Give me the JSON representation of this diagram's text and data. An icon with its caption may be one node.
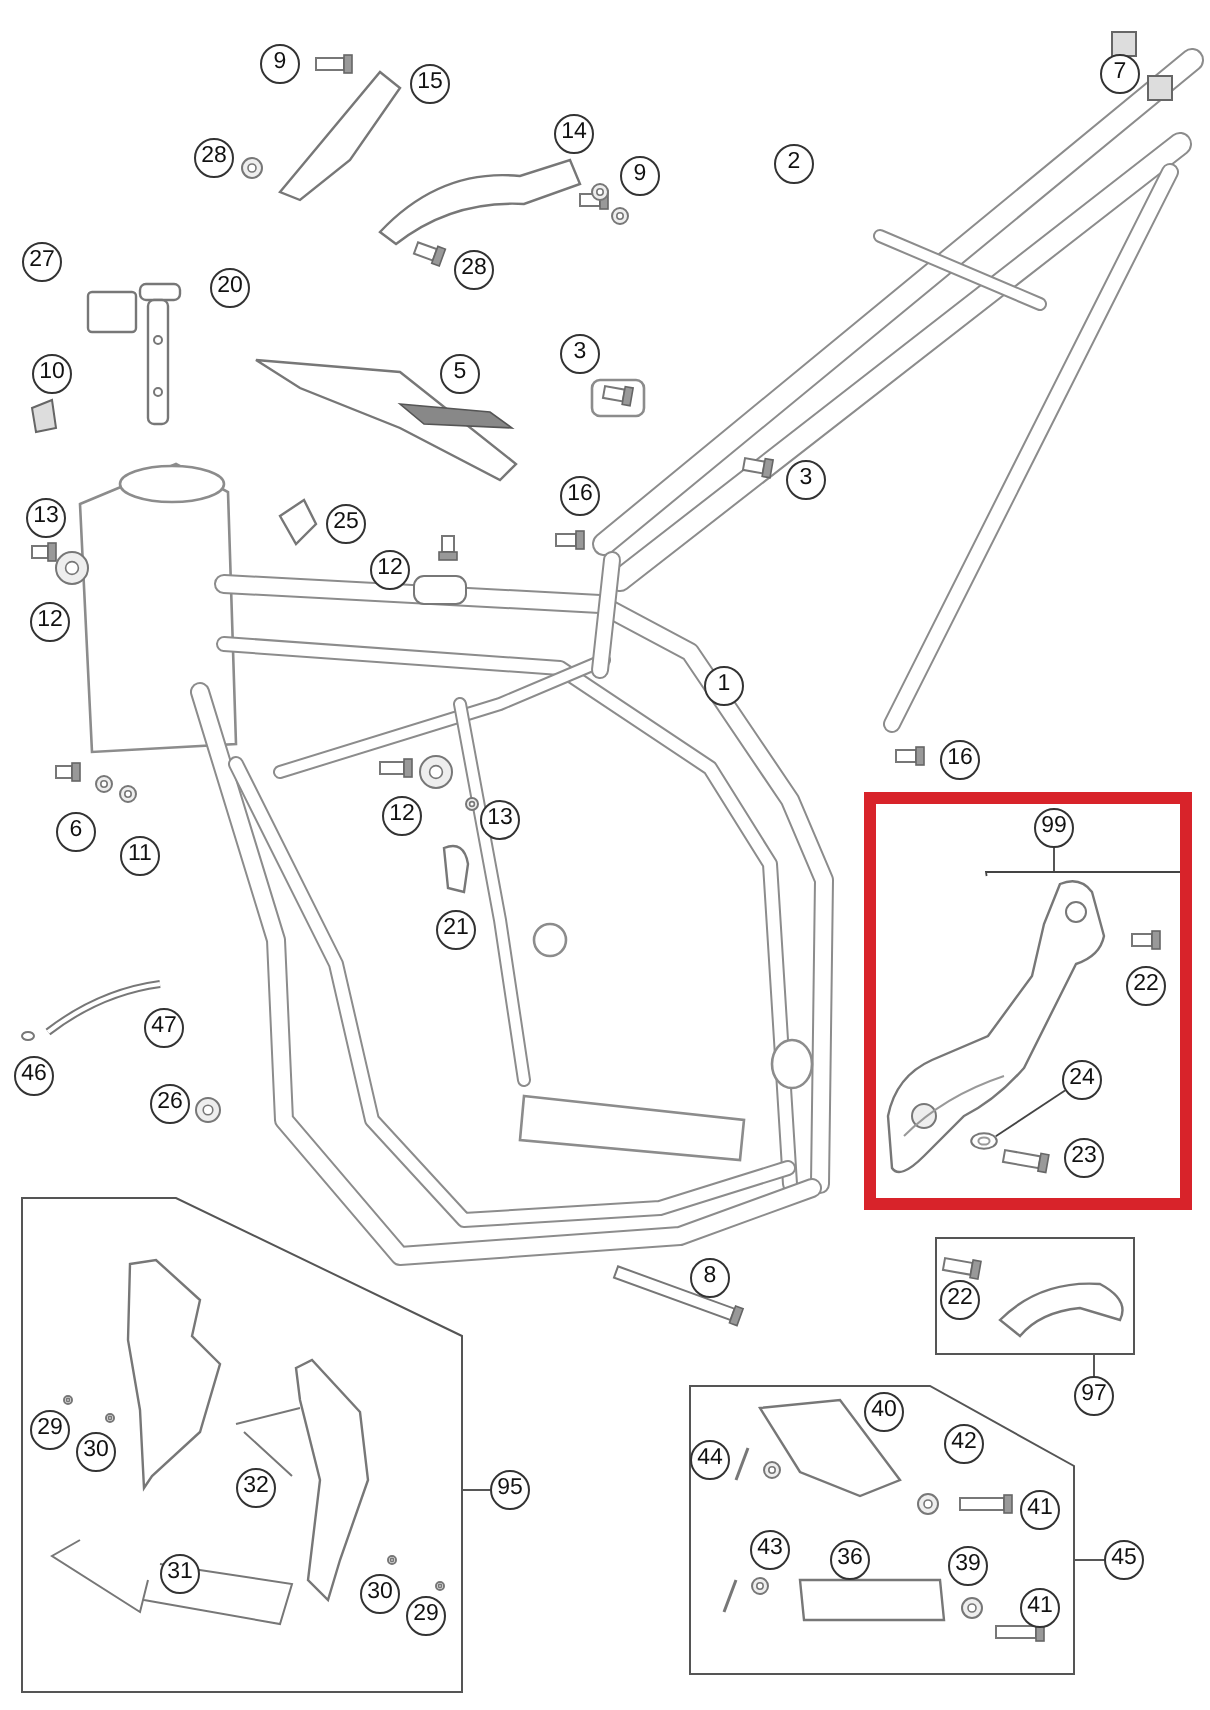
{
  "diagram": {
    "nodes": [
      {
        "text": [
          "9"
        ]
      },
      {
        "text": [
          "15"
        ]
      },
      {
        "text": [
          "7"
        ]
      },
      {
        "text": [
          "28"
        ]
      },
      {
        "text": [
          "14"
        ]
      },
      {
        "text": [
          "2"
        ]
      },
      {
        "text": [
          "9"
        ]
      },
      {
        "text": [
          "27"
        ]
      },
      {
        "text": [
          "20"
        ]
      },
      {
        "text": [
          "28"
        ]
      },
      {
        "text": [
          "5"
        ]
      },
      {
        "text": [
          "3"
        ]
      },
      {
        "text": [
          "10"
        ]
      },
      {
        "text": [
          "3"
        ]
      },
      {
        "text": [
          "16"
        ]
      },
      {
        "text": [
          "13"
        ]
      },
      {
        "text": [
          "25"
        ]
      },
      {
        "text": [
          "12"
        ]
      },
      {
        "text": [
          "12"
        ]
      },
      {
        "text": [
          "1"
        ]
      },
      {
        "text": [
          "16"
        ]
      },
      {
        "text": [],
        "shape": "box"
      },
      {
        "text": [
          "99"
        ],
        "in": 21
      },
      {
        "text": [
          "22"
        ],
        "in": 21
      },
      {
        "text": [],
        "shape": "picture",
        "in": 21
      },
      {
        "text": [
          "24"
        ],
        "in": 21
      },
      {
        "text": [],
        "shape": "circle",
        "in": 21
      },
      {
        "text": [
          "23"
        ],
        "in": 21
      },
      {
        "text": [
          "6"
        ]
      },
      {
        "text": [
          "12"
        ]
      },
      {
        "text": [
          "13"
        ]
      },
      {
        "text": [
          "11"
        ]
      },
      {
        "text": [
          "21"
        ]
      },
      {
        "text": [
          "47"
        ]
      },
      {
        "text": [
          "46"
        ]
      },
      {
        "text": [
          "26"
        ]
      },
      {
        "text": [
          "8"
        ]
      },
      {
        "text": [],
        "shape": "box"
      },
      {
        "text": [
          "22"
        ],
        "in": 37
      },
      {
        "text": [
          "97"
        ]
      },
      {
        "text": [],
        "shape": "box"
      },
      {
        "text": [
          "29"
        ],
        "in": 40
      },
      {
        "text": [
          "30"
        ],
        "in": 40
      },
      {
        "text": [
          "32"
        ],
        "in": 40
      },
      {
        "text": [
          "31"
        ],
        "in": 40
      },
      {
        "text": [
          "30"
        ],
        "in": 40
      },
      {
        "text": [
          "29"
        ],
        "in": 40
      },
      {
        "text": [
          "95"
        ]
      },
      {
        "text": [],
        "shape": "box"
      },
      {
        "text": [
          "40"
        ],
        "in": 48
      },
      {
        "text": [
          "44"
        ],
        "in": 48
      },
      {
        "text": [
          "42"
        ],
        "in": 48
      },
      {
        "text": [
          "41"
        ],
        "in": 48
      },
      {
        "text": [
          "43"
        ],
        "in": 48
      },
      {
        "text": [
          "36"
        ],
        "in": 48
      },
      {
        "text": [
          "39"
        ],
        "in": 48
      },
      {
        "text": [
          "41"
        ],
        "in": 48
      },
      {
        "text": [
          "45"
        ]
      }
    ],
    "edges": [
      {
        "from": 22,
        "to": 24,
        "arrow": "none"
      },
      {
        "from": 25,
        "to": 26,
        "arrow": "none"
      },
      {
        "from": 47,
        "to": 40,
        "arrow": "none"
      },
      {
        "from": 39,
        "to": 37,
        "arrow": "none"
      },
      {
        "from": 57,
        "to": 48,
        "arrow": "none"
      }
    ]
  }
}
